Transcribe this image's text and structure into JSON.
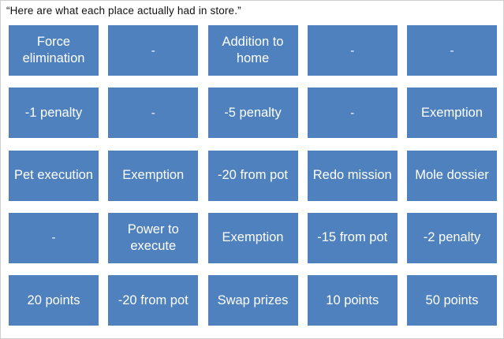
{
  "slide": {
    "caption": "“Here are what each place actually had in store.”",
    "background_color": "#FFFFFF",
    "border_color": "#CFCFCF"
  },
  "grid": {
    "rows": 5,
    "columns": 5,
    "cell_fill_color": "#4E81BD",
    "cell_text_color": "#FFFFFF",
    "cells": [
      [
        {
          "label": "Force elimination"
        },
        {
          "label": "-"
        },
        {
          "label": "Addition to home"
        },
        {
          "label": "-"
        },
        {
          "label": "-"
        }
      ],
      [
        {
          "label": "-1 penalty"
        },
        {
          "label": "-"
        },
        {
          "label": "-5 penalty"
        },
        {
          "label": "-"
        },
        {
          "label": "Exemption"
        }
      ],
      [
        {
          "label": "Pet execution"
        },
        {
          "label": "Exemption"
        },
        {
          "label": "-20 from pot"
        },
        {
          "label": "Redo mission"
        },
        {
          "label": "Mole dossier"
        }
      ],
      [
        {
          "label": "-"
        },
        {
          "label": "Power to execute"
        },
        {
          "label": "Exemption"
        },
        {
          "label": "-15 from pot"
        },
        {
          "label": "-2 penalty"
        }
      ],
      [
        {
          "label": "20 points"
        },
        {
          "label": "-20 from pot"
        },
        {
          "label": "Swap prizes"
        },
        {
          "label": "10 points"
        },
        {
          "label": "50 points"
        }
      ]
    ]
  }
}
